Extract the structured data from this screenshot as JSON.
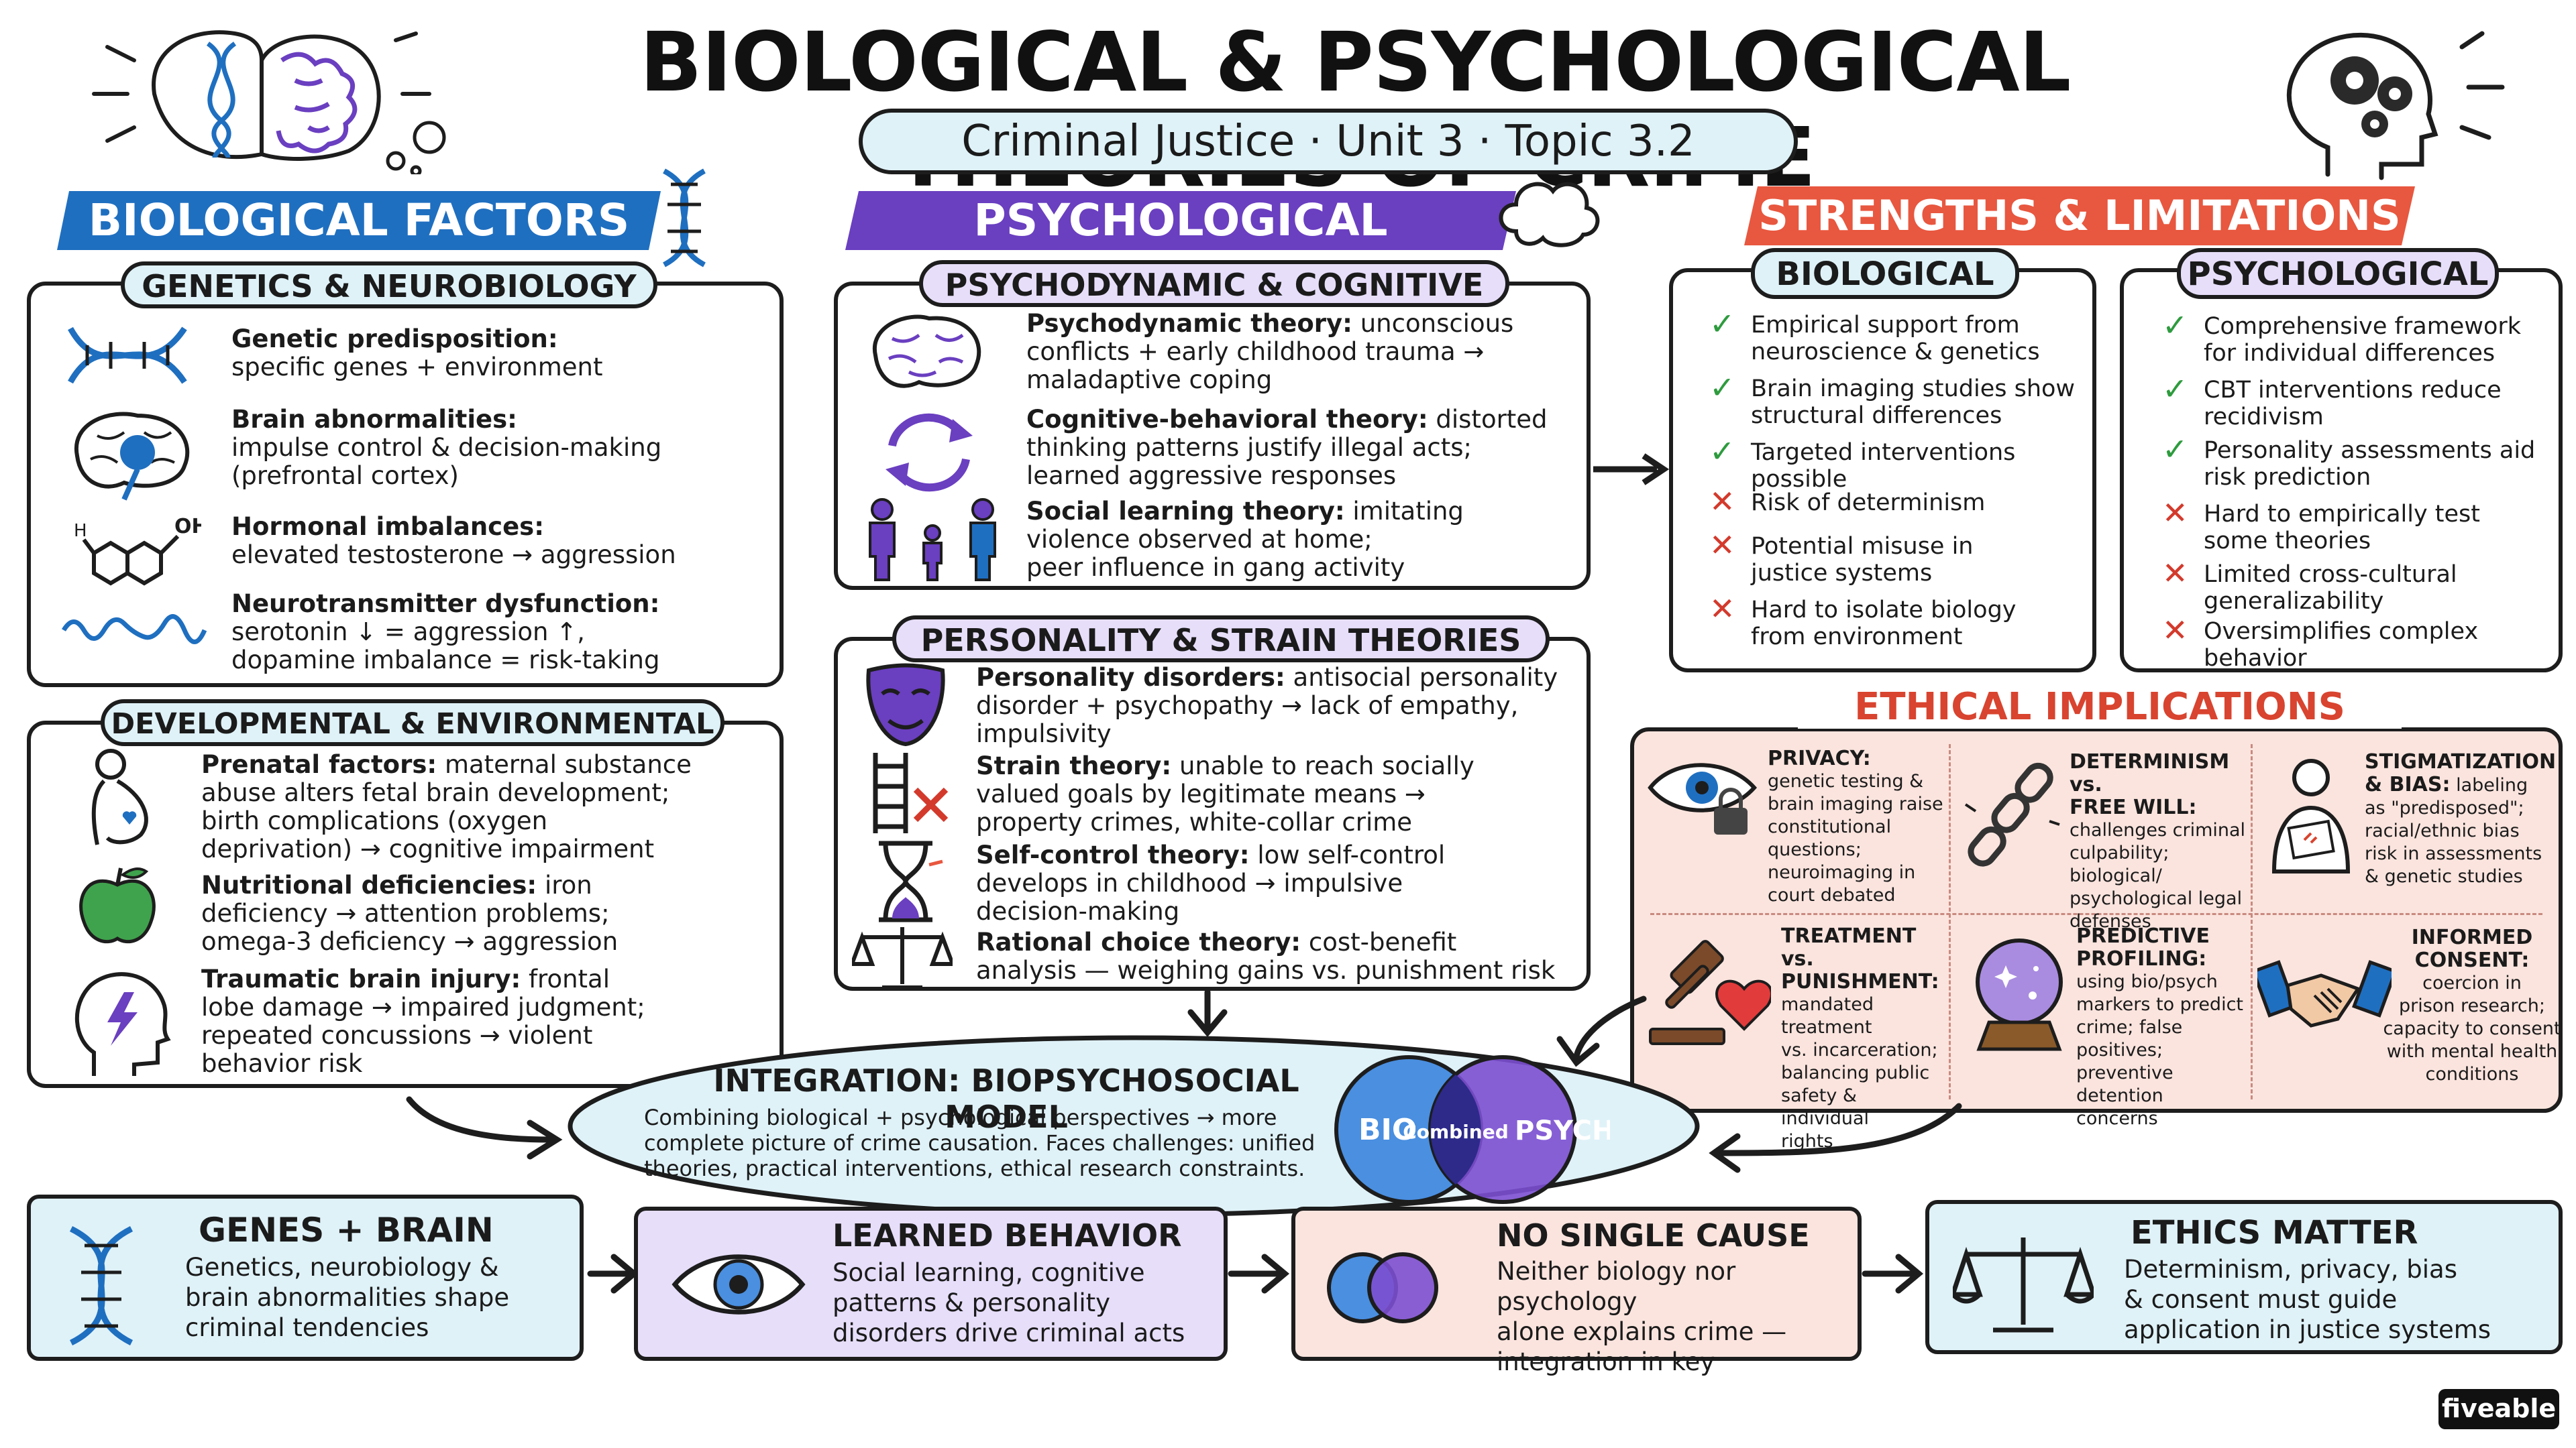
{
  "title": "BIOLOGICAL & PSYCHOLOGICAL THEORIES OF CRIME",
  "subtitle": "Criminal Justice · Unit 3 · Topic 3.2",
  "colors": {
    "bio_blue": "#1f6fc0",
    "psych_purple": "#6a3fc0",
    "strengths_red": "#e8573f",
    "ethics_red": "#d8442f",
    "light_blue": "#dff2f8",
    "light_purple": "#e7defa",
    "light_red": "#fbe4de",
    "check_green": "#2e9b3e"
  },
  "bio": {
    "banner": "BIOLOGICAL FACTORS",
    "genetics": {
      "tab": "GENETICS & NEUROBIOLOGY",
      "items": [
        {
          "title": "Genetic predisposition:",
          "text": "specific genes + environment",
          "icon": "dna-icon"
        },
        {
          "title": "Brain abnormalities:",
          "text": "impulse control & decision-making",
          "text2": "(prefrontal cortex)",
          "icon": "brain-icon"
        },
        {
          "title": "Hormonal imbalances:",
          "text": "elevated testosterone → aggression",
          "icon": "molecule-icon",
          "label": "OH"
        },
        {
          "title": "Neurotransmitter dysfunction:",
          "text": "serotonin ↓ = aggression ↑,",
          "text2": "dopamine imbalance = risk-taking",
          "icon": "wave-icon"
        }
      ]
    },
    "developmental": {
      "tab": "DEVELOPMENTAL & ENVIRONMENTAL",
      "items": [
        {
          "title": "Prenatal factors:",
          "lines": [
            "maternal substance",
            "abuse alters fetal brain development;",
            "birth complications (oxygen",
            "deprivation) → cognitive impairment"
          ],
          "icon": "pregnant-icon"
        },
        {
          "title": "Nutritional deficiencies:",
          "lines": [
            "iron",
            "deficiency → attention problems;",
            "omega-3 deficiency → aggression"
          ],
          "icon": "apple-icon"
        },
        {
          "title": "Traumatic brain injury:",
          "lines": [
            "frontal",
            "lobe damage → impaired judgment;",
            "repeated concussions → violent",
            "behavior risk"
          ],
          "icon": "head-lightning-icon"
        }
      ]
    }
  },
  "psych": {
    "banner": "PSYCHOLOGICAL THEORIES",
    "cognitive": {
      "tab": "PSYCHODYNAMIC & COGNITIVE",
      "items": [
        {
          "title": "Psychodynamic theory:",
          "lines": [
            "unconscious",
            "conflicts + early childhood trauma →",
            "maladaptive coping"
          ],
          "icon": "brain-icon"
        },
        {
          "title": "Cognitive-behavioral theory:",
          "lines": [
            "distorted",
            "thinking patterns justify illegal acts;",
            "learned aggressive responses"
          ],
          "icon": "cycle-arrows-icon"
        },
        {
          "title": "Social learning theory:",
          "lines": [
            "imitating",
            "violence observed at home;",
            "peer influence in gang activity"
          ],
          "icon": "family-icon"
        }
      ]
    },
    "personality": {
      "tab": "PERSONALITY & STRAIN THEORIES",
      "items": [
        {
          "title": "Personality disorders:",
          "lines": [
            "antisocial personality",
            "disorder + psychopathy → lack of empathy,",
            "impulsivity"
          ],
          "icon": "mask-icon"
        },
        {
          "title": "Strain theory:",
          "lines": [
            "unable to reach socially",
            "valued goals by legitimate means →",
            "property crimes, white-collar crime"
          ],
          "icon": "ladder-icon"
        },
        {
          "title": "Self-control theory:",
          "lines": [
            "low self-control",
            "develops in childhood → impulsive",
            "decision-making"
          ],
          "icon": "hourglass-icon"
        },
        {
          "title": "Rational choice theory:",
          "lines": [
            "cost-benefit",
            "analysis — weighing gains vs. punishment risk"
          ],
          "icon": "scale-icon"
        }
      ]
    }
  },
  "strengths": {
    "banner": "STRENGTHS & LIMITATIONS",
    "biological": {
      "tab": "BIOLOGICAL",
      "items": [
        {
          "mark": "✓",
          "lines": [
            "Empirical support from",
            "neuroscience & genetics"
          ]
        },
        {
          "mark": "✓",
          "lines": [
            "Brain imaging studies show",
            "structural differences"
          ]
        },
        {
          "mark": "✓",
          "lines": [
            "Targeted interventions possible"
          ]
        },
        {
          "mark": "✕",
          "lines": [
            "Risk of determinism"
          ]
        },
        {
          "mark": "✕",
          "lines": [
            "Potential misuse in",
            "justice systems"
          ]
        },
        {
          "mark": "✕",
          "lines": [
            "Hard to isolate biology",
            "from environment"
          ]
        }
      ]
    },
    "psychological": {
      "tab": "PSYCHOLOGICAL",
      "items": [
        {
          "mark": "✓",
          "lines": [
            "Comprehensive framework",
            "for individual differences"
          ]
        },
        {
          "mark": "✓",
          "lines": [
            "CBT interventions reduce",
            "recidivism"
          ]
        },
        {
          "mark": "✓",
          "lines": [
            "Personality assessments aid",
            "risk prediction"
          ]
        },
        {
          "mark": "✕",
          "lines": [
            "Hard to empirically test",
            "some theories"
          ]
        },
        {
          "mark": "✕",
          "lines": [
            "Limited cross-cultural",
            "generalizability"
          ]
        },
        {
          "mark": "✕",
          "lines": [
            "Oversimplifies complex",
            "behavior"
          ]
        }
      ]
    }
  },
  "ethics": {
    "title": "ETHICAL IMPLICATIONS",
    "cells": [
      {
        "head": [
          "PRIVACY:"
        ],
        "lines": [
          "genetic testing &",
          "brain imaging raise",
          "constitutional questions;",
          "neuroimaging in",
          "court debated"
        ],
        "icon": "eye-lock-icon"
      },
      {
        "head": [
          "DETERMINISM vs.",
          "FREE WILL:"
        ],
        "lines": [
          "challenges criminal",
          "culpability; biological/",
          "psychological legal",
          "defenses"
        ],
        "icon": "broken-chain-icon"
      },
      {
        "head": [
          "STIGMATIZATION",
          "& BIAS:"
        ],
        "lines": [
          "labeling",
          "as \"predisposed\";",
          "racial/ethnic bias",
          "risk in assessments",
          "& genetic studies"
        ],
        "icon": "labeled-person-icon"
      },
      {
        "head": [
          "TREATMENT vs.",
          "PUNISHMENT:"
        ],
        "lines": [
          "mandated treatment",
          "vs. incarceration;",
          "balancing public",
          "safety & individual",
          "rights"
        ],
        "icon": "gavel-heart-icon"
      },
      {
        "head": [
          "PREDICTIVE",
          "PROFILING:"
        ],
        "lines": [
          "using bio/psych",
          "markers to predict",
          "crime; false positives;",
          "preventive detention",
          "concerns"
        ],
        "icon": "crystal-ball-icon"
      },
      {
        "head": [
          "INFORMED",
          "CONSENT:"
        ],
        "lines": [
          "coercion in",
          "prison research;",
          "capacity to consent",
          "with mental health",
          "conditions"
        ],
        "icon": "handshake-icon"
      }
    ]
  },
  "integration": {
    "title": "INTEGRATION: BIOPSYCHOSOCIAL MODEL",
    "lines": [
      "Combining biological + psychological perspectives → more",
      "complete picture of crime causation. Faces challenges: unified",
      "theories, practical interventions, ethical research constraints."
    ],
    "venn": {
      "left": "BIO",
      "center": "Combined",
      "right": "PSYCH"
    }
  },
  "bottom": [
    {
      "title": "GENES + BRAIN",
      "lines": [
        "Genetics, neurobiology &",
        "brain abnormalities shape",
        "criminal tendencies"
      ],
      "icon": "dna-icon"
    },
    {
      "title": "LEARNED BEHAVIOR",
      "lines": [
        "Social learning, cognitive",
        "patterns & personality",
        "disorders drive criminal acts"
      ],
      "icon": "eye-icon"
    },
    {
      "title": "NO SINGLE CAUSE",
      "lines": [
        "Neither biology nor psychology",
        "alone explains crime —",
        "integration in key"
      ],
      "icon": "venn-icon"
    },
    {
      "title": "ETHICS MATTER",
      "lines": [
        "Determinism, privacy, bias",
        "& consent must guide",
        "application in justice systems"
      ],
      "icon": "scale-icon"
    }
  ],
  "brand": "fiveable"
}
